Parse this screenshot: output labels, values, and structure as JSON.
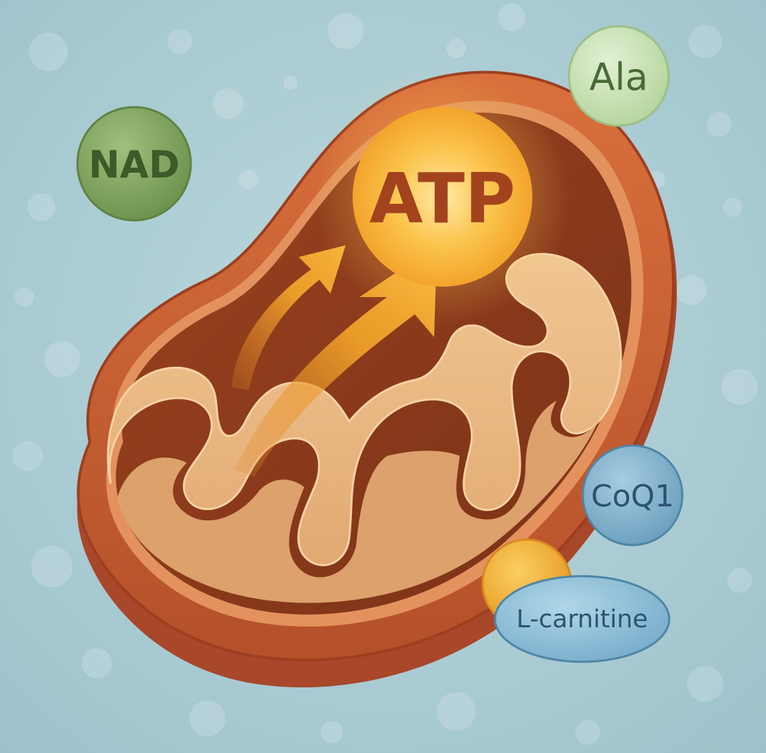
{
  "labels": {
    "atp": "ATP",
    "nad": "NAD",
    "ala": "Ala",
    "coq1": "CoQ1",
    "lcarnitine": "L-carnitine"
  },
  "colors": {
    "background": "#a9cbd3",
    "outer_membrane": "#c65a2e",
    "inner_space": "#8e3a1c",
    "cristae": "#e9b985",
    "atp_glow": "#f7b733",
    "arrow": "#f4a62a",
    "nad_bubble": "#7fa45c",
    "ala_bubble": "#c9e0b5",
    "coq1_bubble": "#7fb0cc",
    "lcarnitine_bubble": "#89bcd6",
    "orange_bead": "#f2b338"
  }
}
